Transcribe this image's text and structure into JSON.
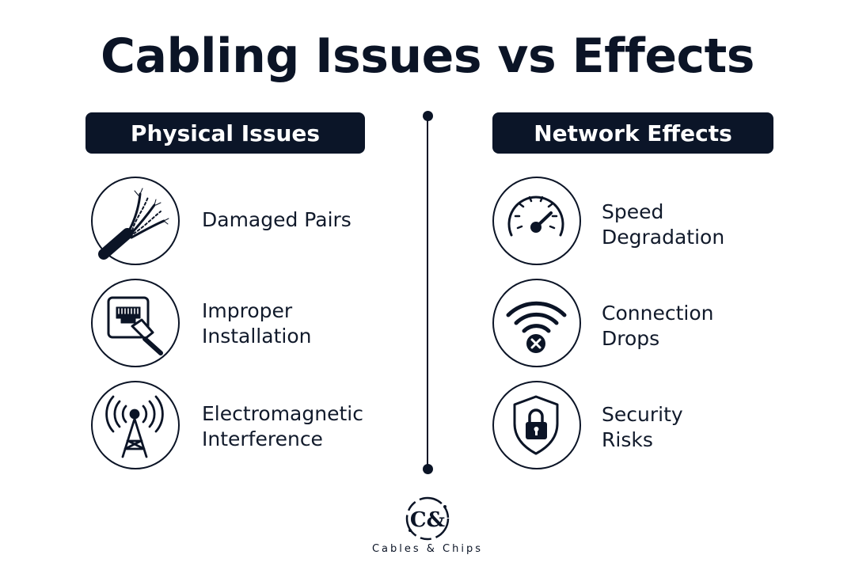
{
  "title": "Cabling Issues vs Effects",
  "left_header": "Physical Issues",
  "right_header": "Network Effects",
  "physical_issues": [
    {
      "label": "Damaged Pairs",
      "icon": "twisted-pairs-icon"
    },
    {
      "label": "Improper\nInstallation",
      "icon": "ethernet-port-icon"
    },
    {
      "label": "Electromagnetic\nInterference",
      "icon": "radio-tower-icon"
    }
  ],
  "network_effects": [
    {
      "label": "Speed\nDegradation",
      "icon": "speedometer-icon"
    },
    {
      "label": "Connection\nDrops",
      "icon": "wifi-off-icon"
    },
    {
      "label": "Security\nRisks",
      "icon": "shield-lock-icon"
    }
  ],
  "logo_text": "C&",
  "brand": "Cables & Chips",
  "colors": {
    "navy": "#0b1528",
    "ink": "#0b1426",
    "background": "#ffffff"
  }
}
